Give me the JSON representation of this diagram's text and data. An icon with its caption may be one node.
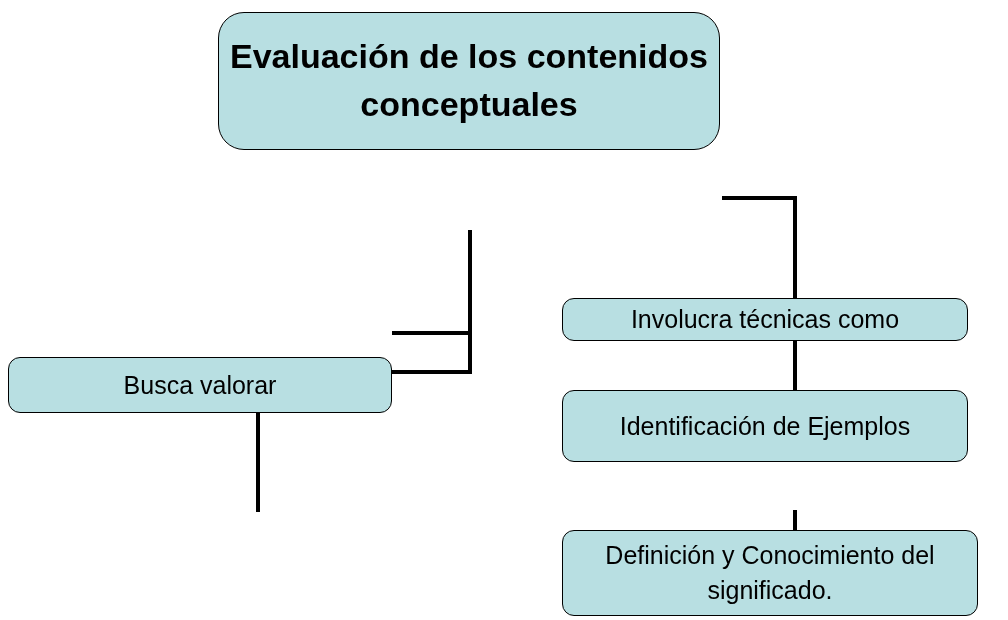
{
  "diagram": {
    "nodes": [
      {
        "text": [
          "Evaluación de los contenidos conceptuales"
        ]
      },
      {
        "text": [
          "Busca valorar"
        ]
      },
      {
        "text": [
          "Involucra técnicas como"
        ]
      },
      {
        "text": [
          "Identificación de Ejemplos"
        ]
      },
      {
        "text": [
          "Definición y Conocimiento del significado."
        ]
      }
    ],
    "edges": [
      {
        "from": null,
        "to": 1,
        "arrow": "none"
      },
      {
        "from": 1,
        "to": null,
        "arrow": "none"
      },
      {
        "from": null,
        "to": 2,
        "arrow": "none"
      },
      {
        "from": 2,
        "to": 3,
        "arrow": "none"
      },
      {
        "from": null,
        "to": 4,
        "arrow": "none"
      }
    ]
  }
}
